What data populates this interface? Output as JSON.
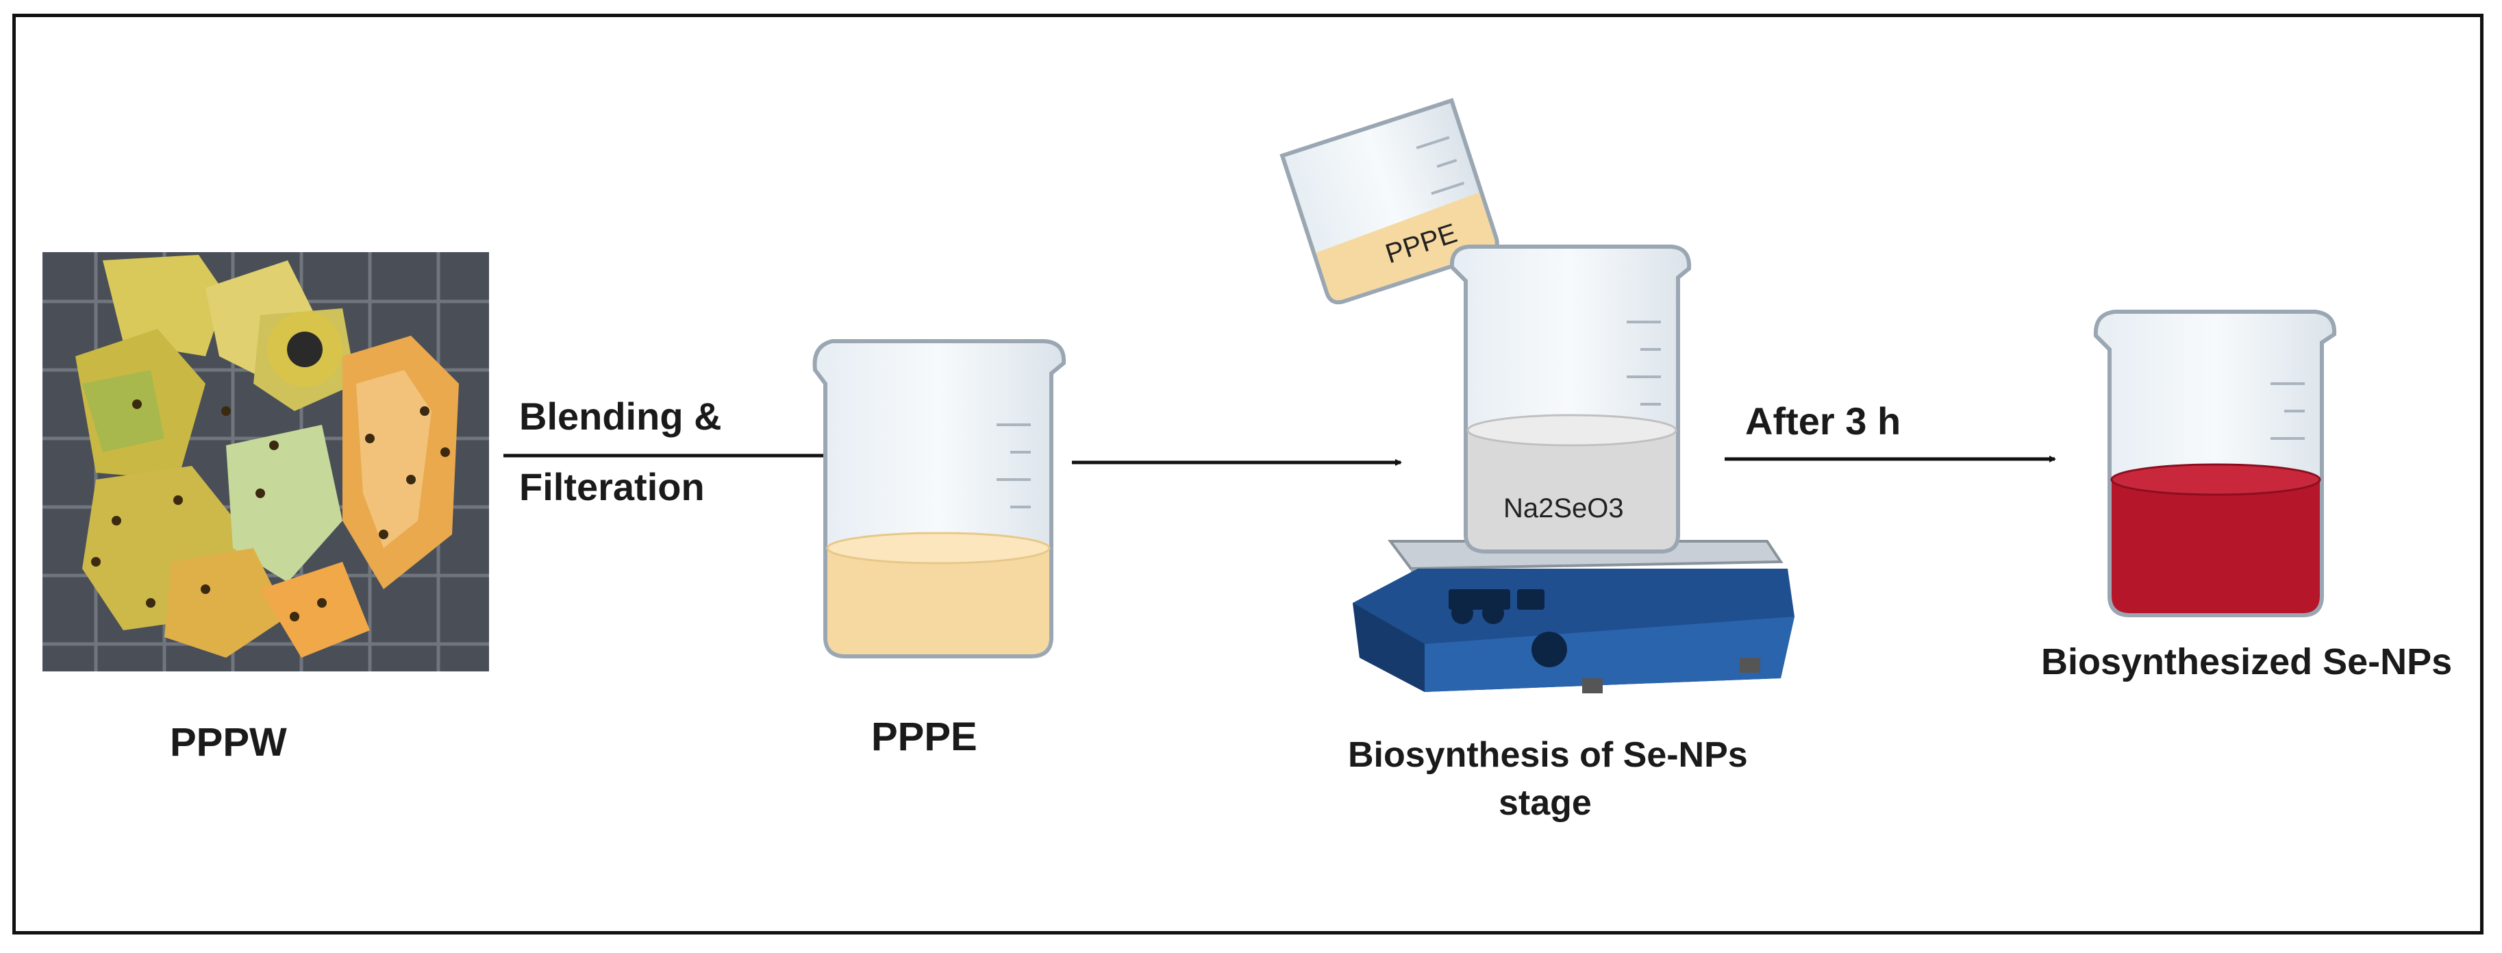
{
  "labels": {
    "pppw": "PPPW",
    "pppe": "PPPE",
    "stage_line1": "Biosynthesis of Se-NPs",
    "stage_line2": "stage",
    "result": "Biosynthesized Se-NPs"
  },
  "arrows": {
    "step1_line1": "Blending &",
    "step1_line2": "Filteration",
    "step3": "After 3 h"
  },
  "beaker_text": {
    "pouring": "PPPE",
    "stirrer": "Na2SeO3"
  },
  "colors": {
    "frame": "#111111",
    "pppe_liquid": "#f6d9a0",
    "selenite_liquid": "#d9d9d9",
    "nanoparticle_liquid": "#b5162a",
    "hotplate_body": "#1f4f8f",
    "hotplate_top": "#c9cfd6"
  }
}
